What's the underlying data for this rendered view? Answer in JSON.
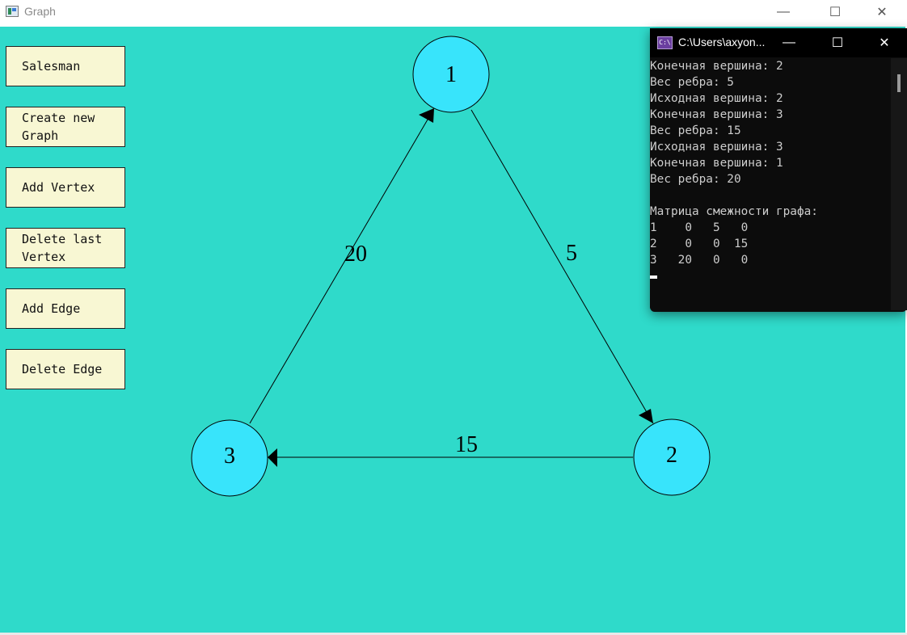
{
  "window": {
    "title": "Graph",
    "minimize_glyph": "—",
    "maximize_glyph": "☐",
    "close_glyph": "✕"
  },
  "buttons": [
    {
      "label": "Salesman"
    },
    {
      "label": "Create new\nGraph"
    },
    {
      "label": "Add Vertex"
    },
    {
      "label": "Delete last\nVertex"
    },
    {
      "label": "Add Edge"
    },
    {
      "label": "Delete Edge"
    }
  ],
  "graph": {
    "colors": {
      "vertex_fill": "#38e4fb",
      "background": "#2fdaca",
      "stroke": "#000000"
    },
    "vertices": [
      {
        "id": "1",
        "label": "1"
      },
      {
        "id": "2",
        "label": "2"
      },
      {
        "id": "3",
        "label": "3"
      }
    ],
    "edges": [
      {
        "from": "1",
        "to": "2",
        "weight": "5"
      },
      {
        "from": "2",
        "to": "3",
        "weight": "15"
      },
      {
        "from": "3",
        "to": "1",
        "weight": "20"
      }
    ]
  },
  "console": {
    "title": "C:\\Users\\axyon...",
    "icon_text": "C:\\",
    "minimize_glyph": "—",
    "maximize_glyph": "☐",
    "close_glyph": "✕",
    "lines": [
      "Конечная вершина: 2",
      "Вес ребра: 5",
      "Исходная вершина: 2",
      "Конечная вершина: 3",
      "Вес ребра: 15",
      "Исходная вершина: 3",
      "Конечная вершина: 1",
      "Вес ребра: 20",
      "",
      "Матрица смежности графа:",
      "1    0   5   0",
      "2    0   0  15",
      "3   20   0   0"
    ]
  }
}
